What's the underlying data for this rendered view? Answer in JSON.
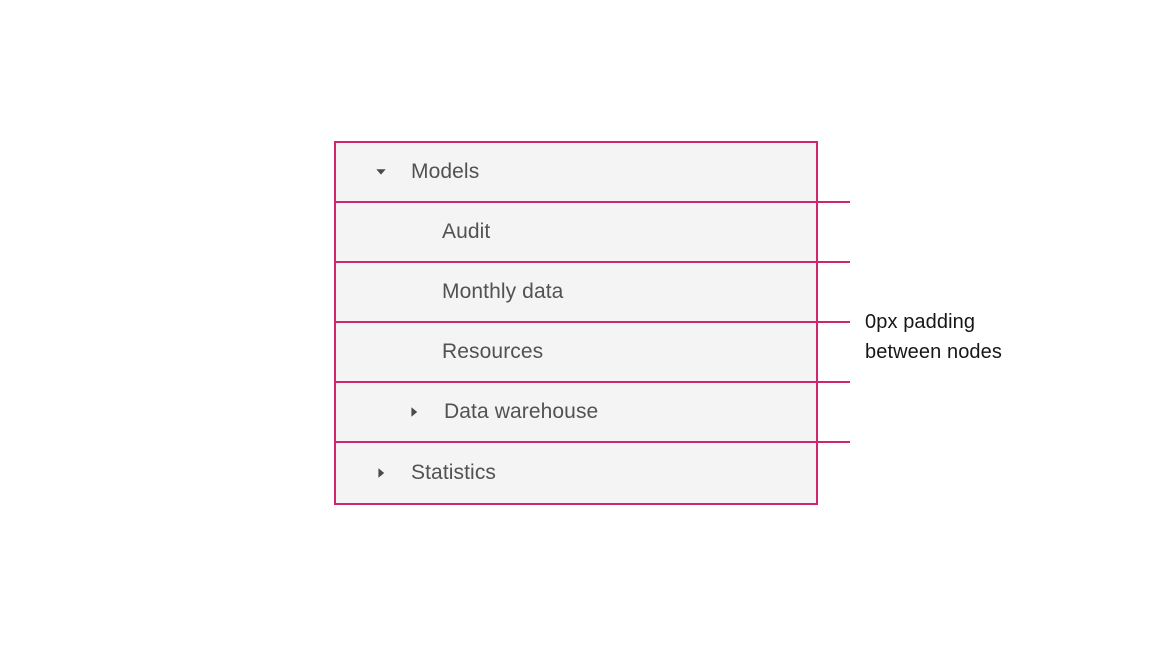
{
  "colors": {
    "annotation_magenta": "#d02670",
    "node_background": "#f4f4f4",
    "node_label": "#525252",
    "annotation_text": "#161616"
  },
  "tree": {
    "nodes": [
      {
        "label": "Models",
        "level": 1,
        "caret": "down",
        "expanded": true
      },
      {
        "label": "Audit",
        "level": 2,
        "caret": "none"
      },
      {
        "label": "Monthly data",
        "level": 2,
        "caret": "none"
      },
      {
        "label": "Resources",
        "level": 2,
        "caret": "none"
      },
      {
        "label": "Data warehouse",
        "level": 2,
        "caret": "right",
        "expanded": false
      },
      {
        "label": "Statistics",
        "level": 1,
        "caret": "right",
        "expanded": false
      }
    ]
  },
  "annotation": {
    "line1": "0px padding",
    "line2": "between nodes"
  }
}
